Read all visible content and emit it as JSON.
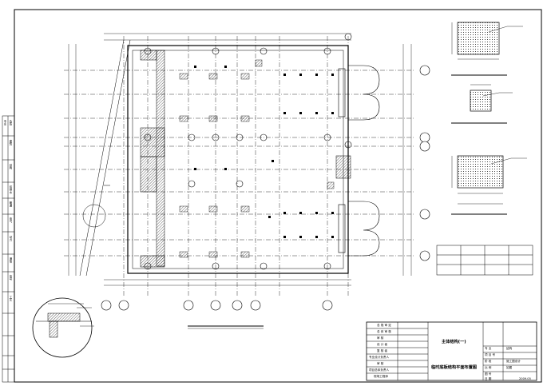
{
  "drawing": {
    "title_line1": "主体结构(一)",
    "title_line2": "临时底板结构平面布置图",
    "colors": {
      "line": "#000000",
      "hatch": "#000000",
      "paper": "#ffffff"
    }
  },
  "title_block": {
    "left_labels": [
      "总 规 审 定",
      "总 体 审 核",
      "审 核",
      "设 计 者",
      "复 核 者",
      "专业设计负责人",
      "审 核",
      "项目总体负责人",
      "现场工程师"
    ],
    "right_labels": [
      "专 业",
      "项 目 号",
      "阶 段",
      "比 例",
      "图 号",
      "日 期"
    ],
    "right_values": [
      "结构",
      "",
      "施工图设计",
      "如图",
      "",
      "2009.05"
    ]
  },
  "side_strip": {
    "labels": [
      "专业",
      "会签",
      "建筑",
      "结构",
      "给排水",
      "暖通",
      "电气",
      "动力",
      "通信",
      "信号",
      "工艺"
    ]
  }
}
